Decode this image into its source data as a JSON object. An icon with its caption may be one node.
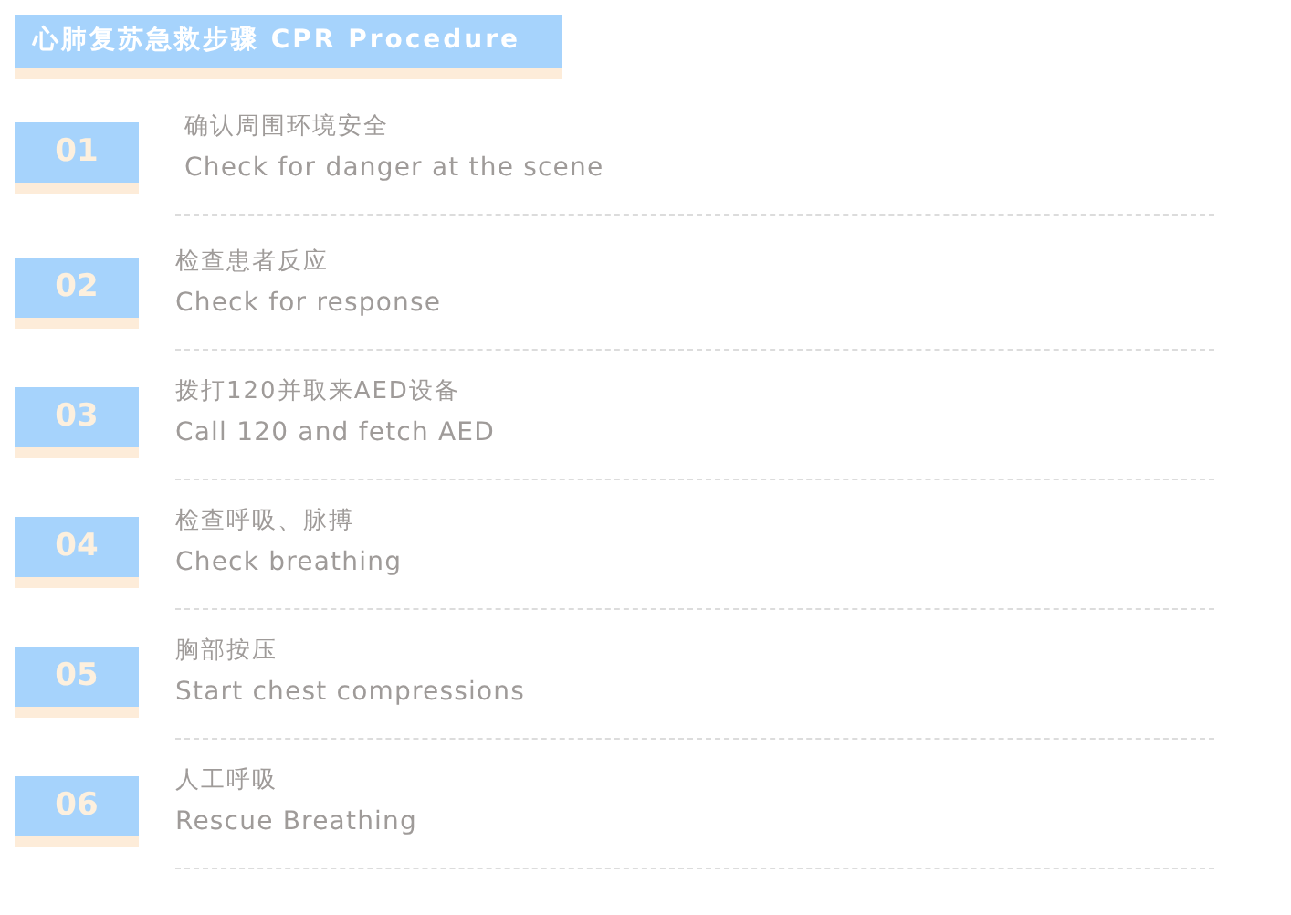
{
  "diagram": {
    "title": "心肺复苏急救步骤 CPR Procedure",
    "nodes": [
      {
        "text": [
          "01"
        ],
        "beside": [
          "确认周围环境安全",
          "Check for danger at the scene"
        ]
      },
      {
        "text": [
          "02"
        ],
        "beside": [
          "检查患者反应",
          "Check for response"
        ]
      },
      {
        "text": [
          "03"
        ],
        "beside": [
          "拨打120并取来AED设备",
          "Call 120 and fetch AED"
        ]
      },
      {
        "text": [
          "04"
        ],
        "beside": [
          "检查呼吸、脉搏",
          "Check breathing"
        ]
      },
      {
        "text": [
          "05"
        ],
        "beside": [
          "胸部按压",
          "Start chest compressions"
        ]
      },
      {
        "text": [
          "06"
        ],
        "beside": [
          "人工呼吸",
          "Rescue Breathing"
        ]
      }
    ],
    "edges": []
  }
}
